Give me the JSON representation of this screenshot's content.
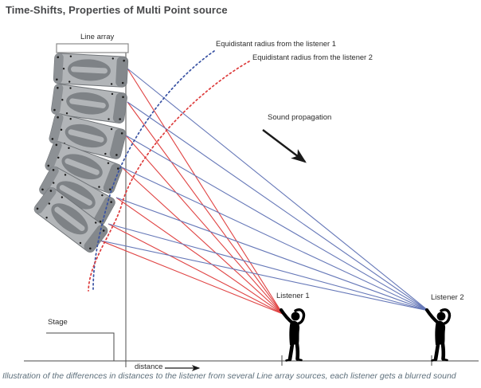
{
  "title": "Time-Shifts, Properties of Multi Point source",
  "diagram": {
    "line_array_label": "Line array",
    "equidistant_label_1": "Equidistant radius from the listener 1",
    "equidistant_label_2": "Equidistant radius from the listener 2",
    "sound_propagation_label": "Sound propagation",
    "listener1_label": "Listener 1",
    "listener2_label": "Listener 2",
    "stage_label": "Stage",
    "distance_label": "distance"
  },
  "caption": "Illustration of the differences in distances to the listener from several Line array sources, each listener gets a blurred sound",
  "colors": {
    "rays_to_listener1": "#e04343",
    "rays_to_listener2": "#6678b8",
    "equidistant_arc_listener1": "#3952a3",
    "equidistant_arc_listener2": "#dd3b3b",
    "title_text": "#47484a",
    "caption_text": "#5d6f7b",
    "speaker_body": "#b2b5b8",
    "speaker_dark": "#7e8286"
  }
}
